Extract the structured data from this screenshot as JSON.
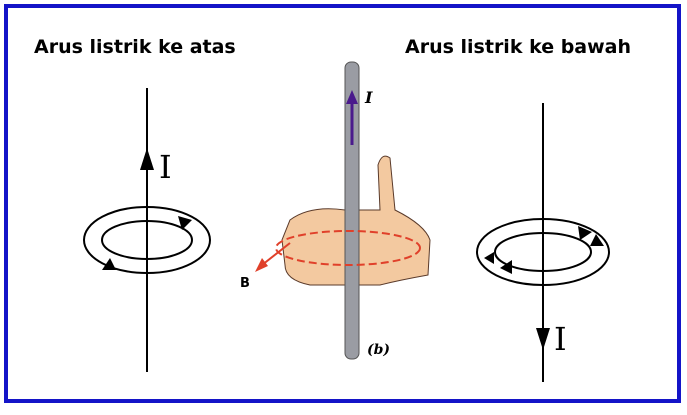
{
  "titles": {
    "left": "Arus listrik ke atas",
    "right": "Arus listrik ke bawah"
  },
  "labels": {
    "current_left": "I",
    "current_right": "I",
    "current_rod": "I",
    "field": "B",
    "figure": "(b)"
  },
  "colors": {
    "frame": "#1414c8",
    "rod": "#9a9ca3",
    "current_arrow": "#4a1a8c",
    "field": "#e0402a",
    "hand": "#f3c9a0"
  }
}
